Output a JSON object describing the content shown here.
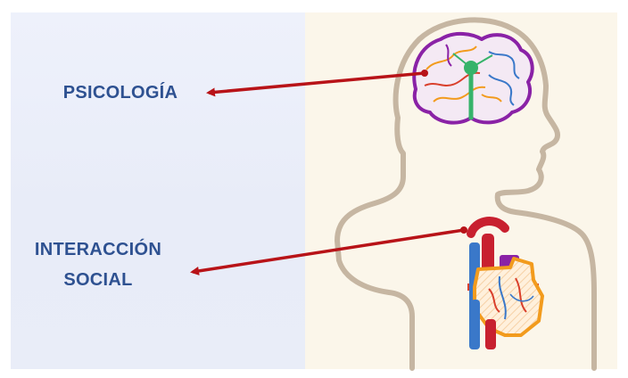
{
  "labels": {
    "psicologia": "PSICOLOGÍA",
    "interaccion_line1": "INTERACCIÓN",
    "interaccion_line2": "SOCIAL"
  },
  "colors": {
    "label_text": "#2e5191",
    "arrow": "#b81318",
    "left_background": "#eaeef9",
    "right_background": "#fbf6ea",
    "silhouette": "#c6b6a2",
    "brain_outline": "#8a22a6",
    "heart_outline": "#f29b1d"
  },
  "icons": [
    "head-silhouette-icon",
    "brain-icon",
    "heart-icon"
  ]
}
